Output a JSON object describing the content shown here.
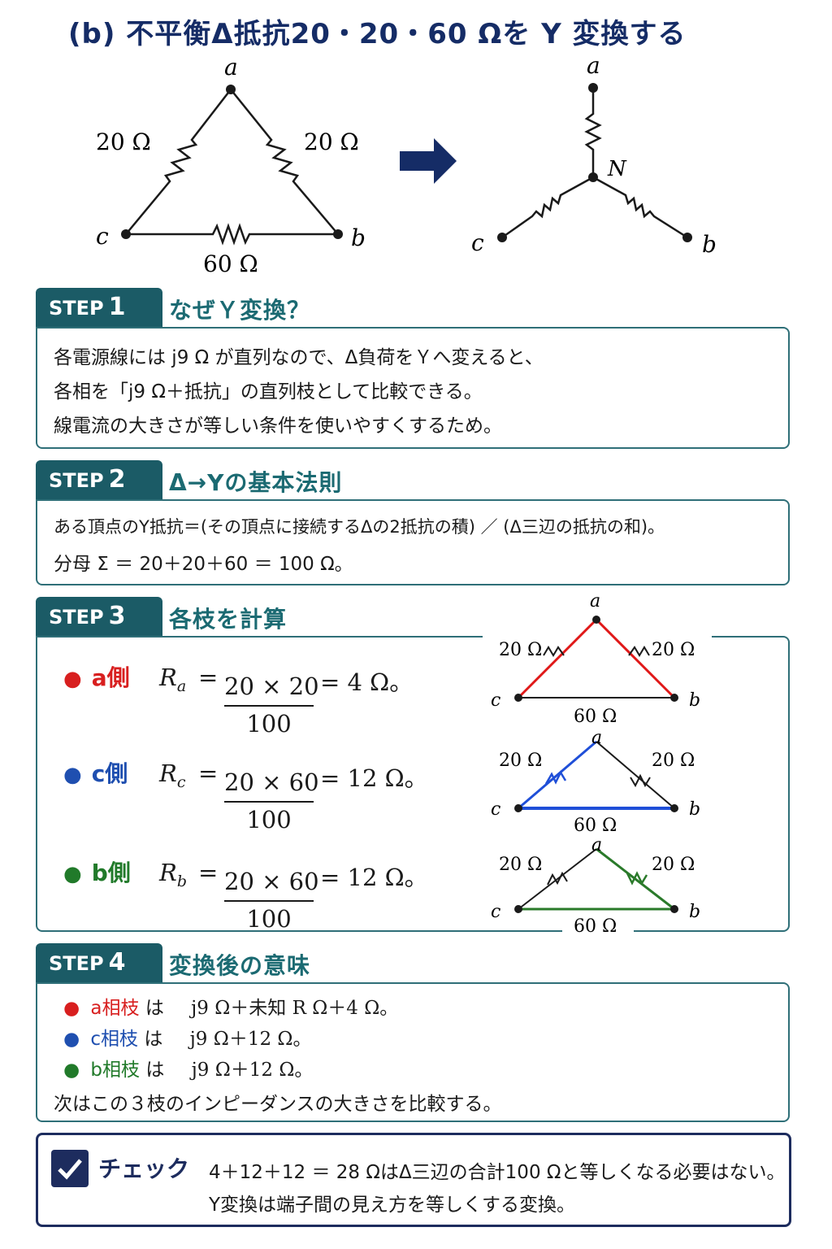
{
  "title": "(b) 不平衡Δ抵抗20・20・60 Ωを Y 変換する",
  "top_diagram": {
    "delta": {
      "a": "a",
      "b": "b",
      "c": "c",
      "r_ab": "20 Ω",
      "r_ac": "20 Ω",
      "r_bc": "60 Ω"
    },
    "wye": {
      "a": "a",
      "b": "b",
      "c": "c",
      "n": "N"
    },
    "arrow_color": "#152c66"
  },
  "step1": {
    "tab": "STEP",
    "num": "1",
    "heading": "なぜＹ変換？",
    "lines": [
      "各電源線には j9 Ω が直列なので、Δ負荷をＹへ変えると、",
      "各相を「j9 Ω＋抵抗」の直列枝として比較できる。",
      "線電流の大きさが等しい条件を使いやすくするため。"
    ]
  },
  "step2": {
    "tab": "STEP",
    "num": "2",
    "heading": "Δ→Yの基本法則",
    "lines": [
      "ある頂点のY抵抗＝(その頂点に接続するΔの2抵抗の積) ／ (Δ三辺の抵抗の和)。",
      "分母 Σ ＝ 20＋20＋60 ＝ 100 Ω。"
    ]
  },
  "step3": {
    "tab": "STEP",
    "num": "3",
    "heading": "各枝を計算",
    "rows": [
      {
        "dot": "●",
        "label": "a側",
        "color": "#d81f1f",
        "r": "R",
        "sub": "a",
        "eq": "=",
        "numerator": "20 × 20",
        "denominator": "100",
        "result": "= 4 Ω。"
      },
      {
        "dot": "●",
        "label": "c側",
        "color": "#1f4fb0",
        "r": "R",
        "sub": "c",
        "eq": "=",
        "numerator": "20 × 60",
        "denominator": "100",
        "result": "= 12 Ω。"
      },
      {
        "dot": "●",
        "label": "b側",
        "color": "#217a2a",
        "r": "R",
        "sub": "b",
        "eq": "=",
        "numerator": "20 × 60",
        "denominator": "100",
        "result": "= 12 Ω。"
      }
    ],
    "mini": {
      "a": "a",
      "b": "b",
      "c": "c",
      "r_left": "20 Ω",
      "r_right": "20 Ω",
      "r_bottom": "60 Ω"
    }
  },
  "step4": {
    "tab": "STEP",
    "num": "4",
    "heading": "変換後の意味",
    "rows": [
      {
        "dot": "●",
        "label": "a相枝",
        "color": "#d81f1f",
        "wa": "は",
        "expr": "j9 Ω＋未知 R Ω＋4 Ω。"
      },
      {
        "dot": "●",
        "label": "c相枝",
        "color": "#1f4fb0",
        "wa": "は",
        "expr": "j9 Ω＋12 Ω。"
      },
      {
        "dot": "●",
        "label": "b相枝",
        "color": "#217a2a",
        "wa": "は",
        "expr": "j9 Ω＋12 Ω。"
      }
    ],
    "footer": "次はこの３枝のインピーダンスの大きさを比較する。"
  },
  "check": {
    "label": "チェック",
    "lines": [
      "4＋12＋12 ＝ 28 ΩはΔ三辺の合計100 Ωと等しくなる必要はない。",
      "Y変換は端子間の見え方を等しくする変換。"
    ]
  }
}
